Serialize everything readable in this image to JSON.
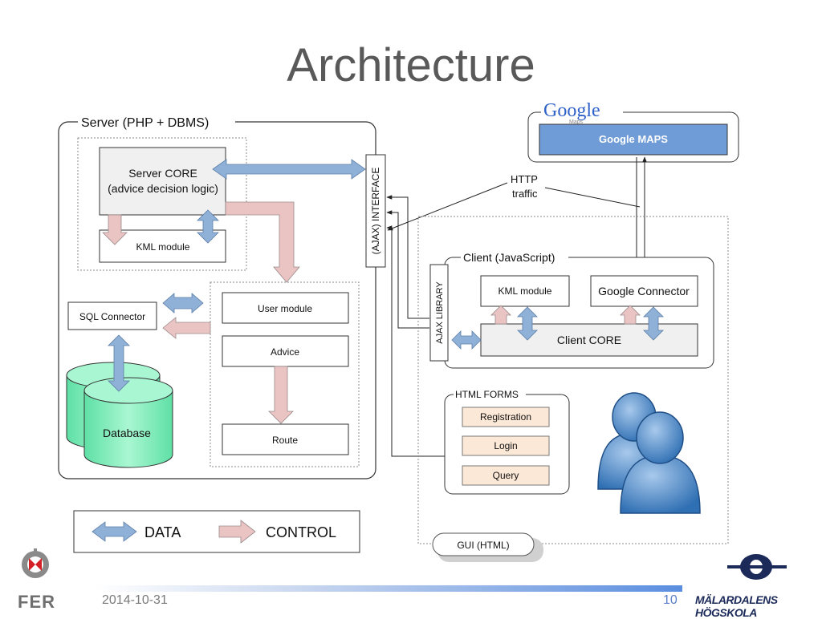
{
  "slide": {
    "title": "Architecture",
    "date": "2014-10-31",
    "page_number": "10",
    "institution": "MÄLARDALENS HÖGSKOLA",
    "faculty": "FER"
  },
  "server": {
    "label": "Server (PHP + DBMS)",
    "core_line1": "Server CORE",
    "core_line2": "(advice decision logic)",
    "kml_module": "KML module",
    "sql_connector": "SQL Connector",
    "database": "Database",
    "user_module": "User module",
    "advice": "Advice",
    "route": "Route"
  },
  "interface": {
    "ajax_interface": "(AJAX) INTERFACE",
    "ajax_library": "AJAX LIBRARY",
    "http_line1": "HTTP",
    "http_line2": "traffic"
  },
  "google": {
    "logo": "Google",
    "logo_sub": "Maps",
    "maps": "Google MAPS"
  },
  "client": {
    "label": "Client (JavaScript)",
    "kml_module": "KML module",
    "google_connector": "Google Connector",
    "core": "Client CORE",
    "html_forms": "HTML FORMS",
    "registration": "Registration",
    "login": "Login",
    "query": "Query",
    "gui": "GUI (HTML)"
  },
  "legend": {
    "data": "DATA",
    "control": "CONTROL"
  },
  "colors": {
    "data_arrow": "#8fb1d8",
    "control_arrow": "#eac3c3",
    "google_maps_box": "#6f9bd6",
    "database": "#7ff0b8",
    "form_box": "#fce8d6",
    "users": "#4f88c6"
  }
}
